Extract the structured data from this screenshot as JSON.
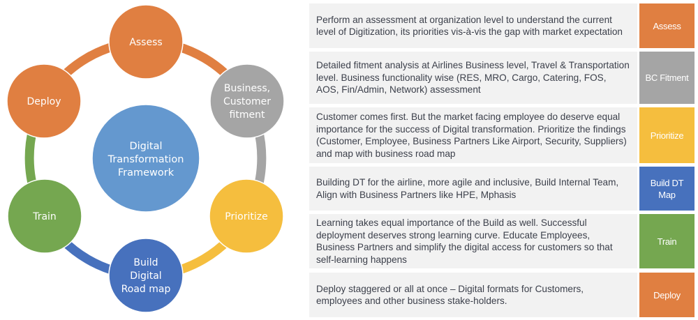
{
  "diagram": {
    "center": {
      "lines": [
        "Digital",
        "Transformation",
        "Framework"
      ],
      "color": "#6498cf"
    },
    "nodes": [
      {
        "id": "assess",
        "lines": [
          "Assess"
        ],
        "color": "#e07f41"
      },
      {
        "id": "business-customer-fitment",
        "lines": [
          "Business,",
          "Customer",
          "fitment"
        ],
        "color": "#a5a5a5"
      },
      {
        "id": "prioritize",
        "lines": [
          "Prioritize"
        ],
        "color": "#f5be3e"
      },
      {
        "id": "build-digital-road-map",
        "lines": [
          "Build",
          "Digital",
          "Road map"
        ],
        "color": "#4771bd"
      },
      {
        "id": "train",
        "lines": [
          "Train"
        ],
        "color": "#75a750"
      },
      {
        "id": "deploy",
        "lines": [
          "Deploy"
        ],
        "color": "#e07f41"
      }
    ]
  },
  "table": {
    "rows": [
      {
        "description": "Perform an assessment at organization level to understand the current level of Digitization, its priorities vis-à-vis the gap with market expectation",
        "tag": "Assess",
        "color": "#e07f41"
      },
      {
        "description": "Detailed fitment analysis at Airlines Business level, Travel & Transportation level. Business functionality wise (RES, MRO, Cargo, Catering, FOS, AOS, Fin/Admin, Network) assessment",
        "tag": "BC Fitment",
        "color": "#a5a5a5"
      },
      {
        "description": "Customer comes first. But the market facing employee do deserve equal importance for the success of Digital transformation. Prioritize the findings (Customer, Employee, Business Partners Like Airport, Security, Suppliers) and map with business road map",
        "tag": "Prioritize",
        "color": "#f5be3e"
      },
      {
        "description": "Building DT for the airline, more agile and inclusive, Build Internal Team, Align with Business Partners like HPE, Mphasis",
        "tag": "Build DT Map",
        "color": "#4771bd"
      },
      {
        "description": "Learning takes equal importance of the Build as well. Successful deployment deserves strong learning curve. Educate Employees, Business Partners and simplify the digital access for customers so that self-learning happens",
        "tag": "Train",
        "color": "#75a750"
      },
      {
        "description": "Deploy staggered or all at once – Digital formats for Customers, employees and other business stake-holders.",
        "tag": "Deploy",
        "color": "#e07f41"
      }
    ]
  }
}
